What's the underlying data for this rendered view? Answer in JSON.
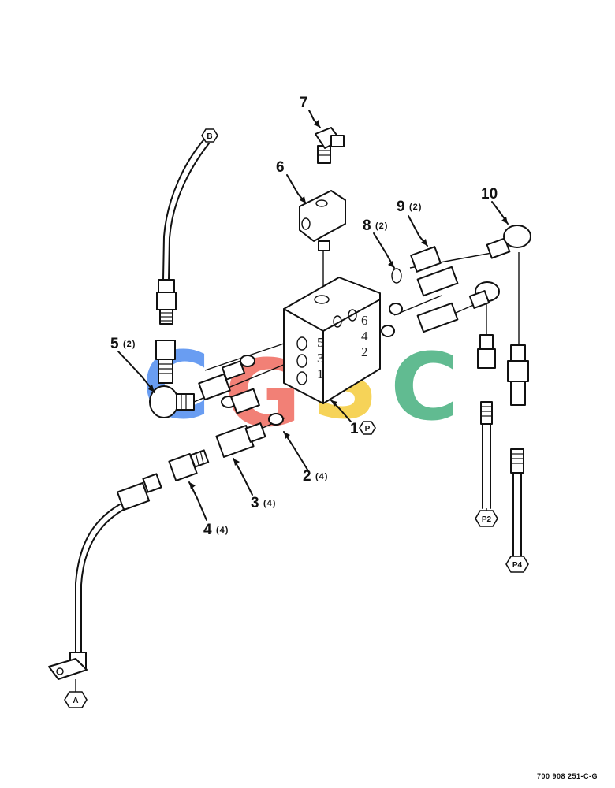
{
  "callouts": [
    {
      "num": "1",
      "qty": "",
      "hex": "P"
    },
    {
      "num": "2",
      "qty": "(4)"
    },
    {
      "num": "3",
      "qty": "(4)"
    },
    {
      "num": "4",
      "qty": "(4)"
    },
    {
      "num": "5",
      "qty": "(2)"
    },
    {
      "num": "6",
      "qty": ""
    },
    {
      "num": "7",
      "qty": ""
    },
    {
      "num": "8",
      "qty": "(2)"
    },
    {
      "num": "9",
      "qty": "(2)"
    },
    {
      "num": "10",
      "qty": ""
    }
  ],
  "connections": {
    "a": "A",
    "b": "B",
    "p2": "P2",
    "p4": "P4"
  },
  "block_port_labels": {
    "right": [
      "6",
      "4",
      "2"
    ],
    "left": [
      "5",
      "3",
      "1"
    ]
  },
  "watermark": {
    "letters": [
      "C",
      "G",
      "S",
      "C"
    ],
    "colors": [
      "#4f8df0",
      "#f06a5f",
      "#f5cc3b",
      "#46b07e"
    ]
  },
  "figure_id": "700 908 251-C-G"
}
